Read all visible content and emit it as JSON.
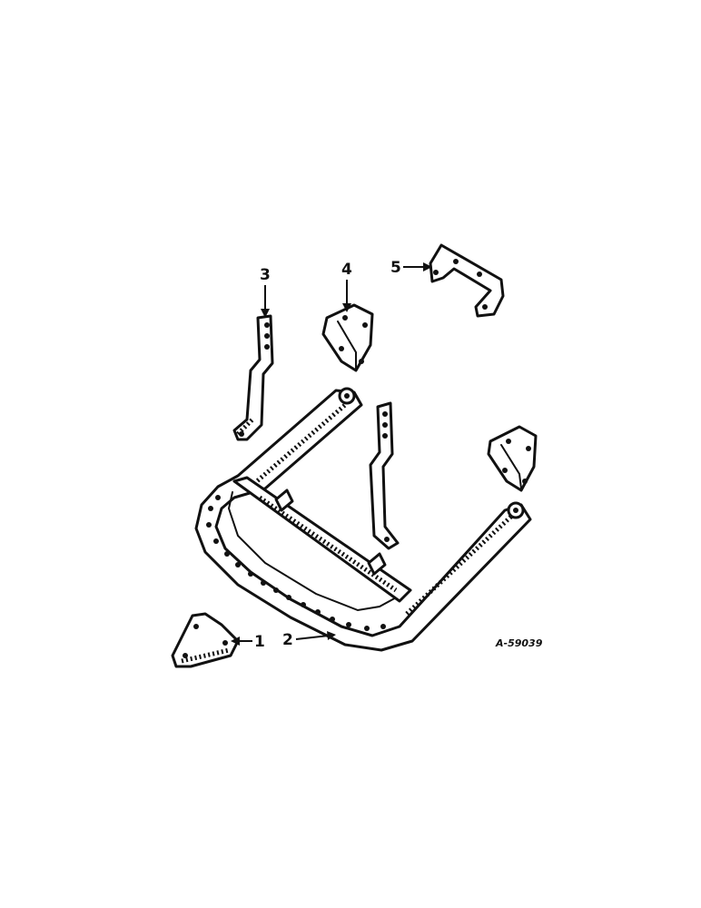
{
  "callouts": [
    {
      "id": "1",
      "label": "1"
    },
    {
      "id": "2",
      "label": "2"
    },
    {
      "id": "3",
      "label": "3"
    },
    {
      "id": "4",
      "label": "4"
    },
    {
      "id": "5",
      "label": "5"
    }
  ],
  "figure_ref": "A-59039"
}
